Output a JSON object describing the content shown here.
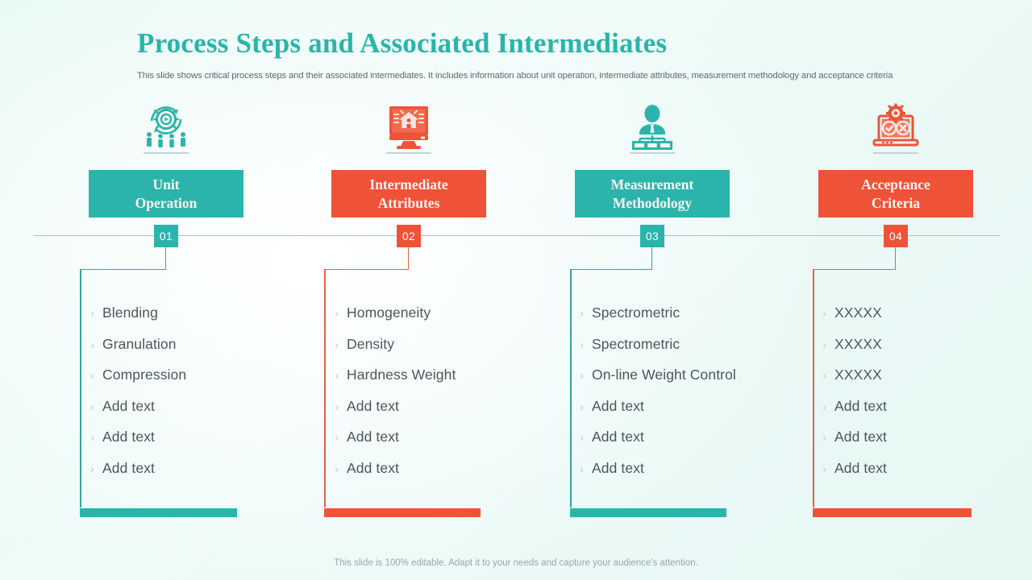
{
  "slide": {
    "title": "Process Steps and Associated Intermediates",
    "subtitle": "This slide shows critical process steps and their associated intermediates. It includes information about unit operation, intermediate attributes, measurement methodology and acceptance criteria",
    "footer": "This slide is 100% editable. Adapt it to your needs and capture your audience's attention."
  },
  "colors": {
    "teal": "#2bb4ab",
    "red": "#ee5338",
    "title": "#29b5ab",
    "background": "#eafaf7",
    "body_text": "#4c565a",
    "chevron": "#c2cfd2",
    "axis": "#b4bfc2"
  },
  "columns": [
    {
      "number": "01",
      "heading_line1": "Unit",
      "heading_line2": "Operation",
      "accent": "teal",
      "icon": "gear-cycle-people-icon",
      "items": [
        "Blending",
        "Granulation",
        "Compression",
        "Add text",
        "Add text",
        "Add text"
      ]
    },
    {
      "number": "02",
      "heading_line1": "Intermediate",
      "heading_line2": "Attributes",
      "accent": "red",
      "icon": "monitor-house-icon",
      "items": [
        "Homogeneity",
        "Density",
        "Hardness Weight",
        "Add text",
        "Add text",
        "Add text"
      ]
    },
    {
      "number": "03",
      "heading_line1": "Measurement",
      "heading_line2": "Methodology",
      "accent": "teal",
      "icon": "org-chart-person-icon",
      "items": [
        "Spectrometric",
        "Spectrometric",
        "On-line Weight Control",
        "Add text",
        "Add text",
        "Add text"
      ]
    },
    {
      "number": "04",
      "heading_line1": "Acceptance",
      "heading_line2": "Criteria",
      "accent": "red",
      "icon": "laptop-gear-check-cross-icon",
      "items": [
        "XXXXX",
        "XXXXX",
        "XXXXX",
        "Add text",
        "Add text",
        "Add text"
      ]
    }
  ],
  "bullet_glyph": "›"
}
